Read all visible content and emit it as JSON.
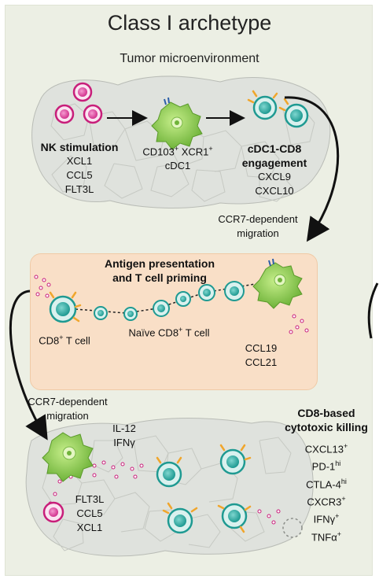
{
  "title": "Class I archetype",
  "tumor_microenvironment_label": "Tumor microenvironment",
  "nk_stimulation": {
    "heading": "NK stimulation",
    "items": [
      "XCL1",
      "CCL5",
      "FLT3L"
    ]
  },
  "cdc1": {
    "line1": "CD103",
    "line1_sup": "+",
    "line1b": " XCR1",
    "line1b_sup": "+",
    "line2": "cDC1"
  },
  "cdc1_cd8_engagement": {
    "heading1": "cDC1-CD8",
    "heading2": "engagement",
    "items": [
      "CXCL9",
      "CXCL10"
    ]
  },
  "ccr7_migration_right": {
    "line1": "CCR7-dependent",
    "line2": "migration"
  },
  "antigen_presentation": {
    "line1": "Antigen presentation",
    "line2": "and T cell priming",
    "cd8_t_cell": "CD8",
    "cd8_t_cell_sup": "+",
    "cd8_t_cell_suffix": " T cell",
    "naive_cd8": "Naïve CD8",
    "naive_cd8_sup": "+",
    "naive_cd8_suffix": " T cell",
    "chemokines": [
      "CCL19",
      "CCL21"
    ]
  },
  "ccr7_migration_left": {
    "line1": "CCR7-dependent",
    "line2": "migration"
  },
  "il12_ifng": [
    "IL-12",
    "IFNγ"
  ],
  "flt3l_list": [
    "FLT3L",
    "CCL5",
    "XCL1"
  ],
  "cd8_killing": {
    "heading1": "CD8-based",
    "heading2": "cytotoxic killing",
    "markers": [
      {
        "name": "CXCL13",
        "sup": "+"
      },
      {
        "name": "PD-1",
        "sup": "hi"
      },
      {
        "name": "CTLA-4",
        "sup": "hi"
      },
      {
        "name": "CXCR3",
        "sup": "+"
      },
      {
        "name": "IFNγ",
        "sup": "+"
      },
      {
        "name": "TNFα",
        "sup": "+"
      }
    ]
  }
}
